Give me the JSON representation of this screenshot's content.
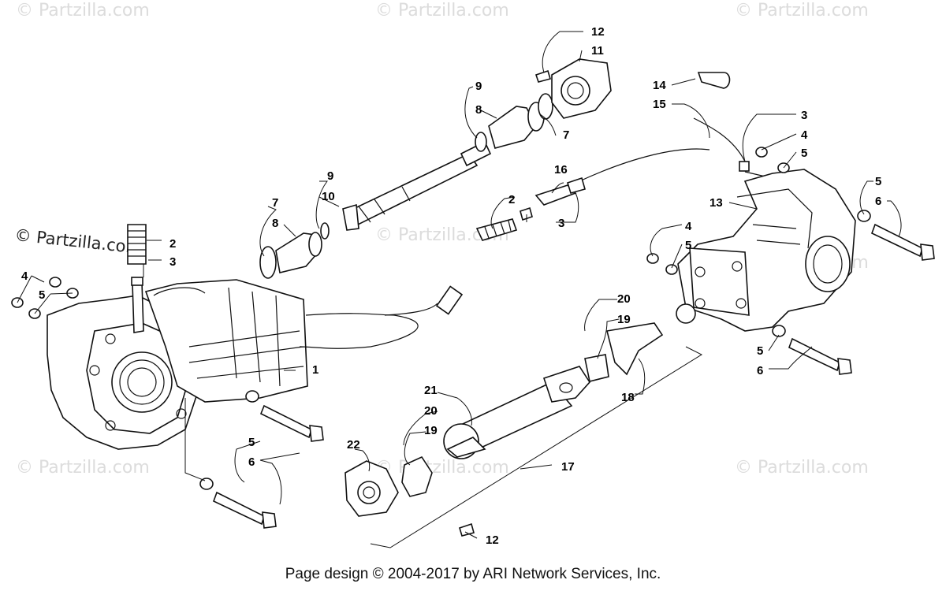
{
  "watermarks": {
    "text": "© Partzilla.com",
    "prominent_text": "© Partzilla.com"
  },
  "callouts": {
    "c1": "1",
    "c2a": "2",
    "c2b": "2",
    "c3a": "3",
    "c3b": "3",
    "c3c": "3",
    "c4a": "4",
    "c4b": "4",
    "c4c": "4",
    "c5a": "5",
    "c5b": "5",
    "c5c": "5",
    "c5d": "5",
    "c5e": "5",
    "c5f": "5",
    "c6a": "6",
    "c6b": "6",
    "c6c": "6",
    "c7a": "7",
    "c7b": "7",
    "c8a": "8",
    "c8b": "8",
    "c9a": "9",
    "c9b": "9",
    "c10": "10",
    "c11": "11",
    "c12a": "12",
    "c12b": "12",
    "c13": "13",
    "c14": "14",
    "c15": "15",
    "c16": "16",
    "c17": "17",
    "c18": "18",
    "c19a": "19",
    "c19b": "19",
    "c20a": "20",
    "c20b": "20",
    "c21": "21",
    "c22": "22"
  },
  "footer": {
    "text": "Page design © 2004-2017 by ARI Network Services, Inc."
  }
}
